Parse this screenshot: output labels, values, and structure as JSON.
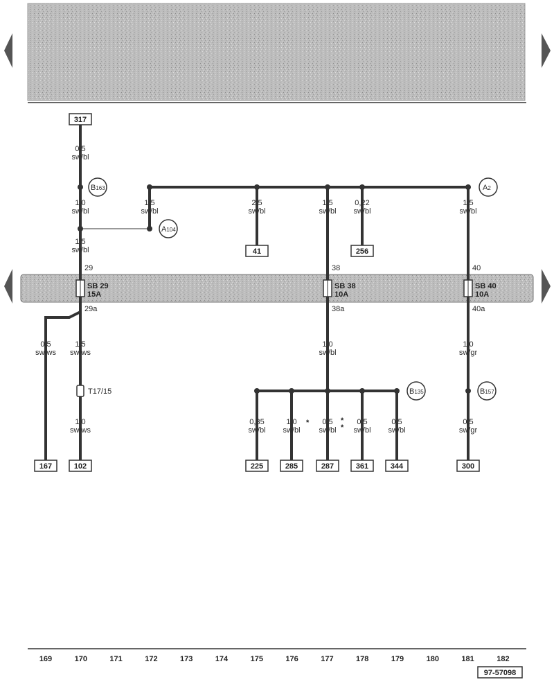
{
  "top_refs": {
    "r317": "317"
  },
  "wires": {
    "w317": {
      "size": "0,5",
      "color": "sw/bl"
    },
    "w170a": {
      "size": "1,0",
      "color": "sw/bl"
    },
    "w170b": {
      "size": "1,5",
      "color": "sw/bl"
    },
    "w172": {
      "size": "1,5",
      "color": "sw/bl"
    },
    "w175": {
      "size": "2,5",
      "color": "sw/bl"
    },
    "w177": {
      "size": "1,5",
      "color": "sw/bl"
    },
    "w178": {
      "size": "0,22",
      "color": "sw/bl"
    },
    "w181": {
      "size": "1,5",
      "color": "sw/bl"
    },
    "w169": {
      "size": "0,5",
      "color": "sw/ws"
    },
    "w170c": {
      "size": "1,5",
      "color": "sw/ws"
    },
    "w170d": {
      "size": "1,0",
      "color": "sw/ws"
    },
    "w177b": {
      "size": "1,0",
      "color": "sw/bl"
    },
    "w181b": {
      "size": "1,0",
      "color": "sw/gr"
    },
    "w175b": {
      "size": "0,35",
      "color": "sw/bl"
    },
    "w176b": {
      "size": "1,0",
      "color": "sw/bl"
    },
    "w177c": {
      "size": "0,5",
      "color": "sw/bl"
    },
    "w178b": {
      "size": "0,5",
      "color": "sw/bl"
    },
    "w179b": {
      "size": "0,5",
      "color": "sw/bl"
    },
    "w181c": {
      "size": "0,5",
      "color": "sw/gr"
    }
  },
  "connectors": {
    "b163": {
      "letter": "B",
      "sub": "163"
    },
    "a104": {
      "letter": "A",
      "sub": "104"
    },
    "a2": {
      "letter": "A",
      "sub": "2"
    },
    "b135": {
      "letter": "B",
      "sub": "135"
    },
    "b157": {
      "letter": "B",
      "sub": "157"
    }
  },
  "fuses": {
    "sb29": {
      "in": "29",
      "name": "SB",
      "num": "29",
      "rating": "15A",
      "out": "29a"
    },
    "sb38": {
      "in": "38",
      "name": "SB",
      "num": "38",
      "rating": "10A",
      "out": "38a"
    },
    "sb40": {
      "in": "40",
      "name": "SB",
      "num": "40",
      "rating": "10A",
      "out": "40a"
    }
  },
  "terminal_t": "T17/15",
  "stars": {
    "s1": "*",
    "s2": "*",
    "s3": "*"
  },
  "refs": {
    "r41": "41",
    "r256": "256",
    "r167": "167",
    "r102": "102",
    "r225": "225",
    "r285": "285",
    "r287": "287",
    "r361": "361",
    "r344": "344",
    "r300": "300"
  },
  "scale": [
    "169",
    "170",
    "171",
    "172",
    "173",
    "174",
    "175",
    "176",
    "177",
    "178",
    "179",
    "180",
    "181",
    "182"
  ],
  "doc_id": "97-57098"
}
